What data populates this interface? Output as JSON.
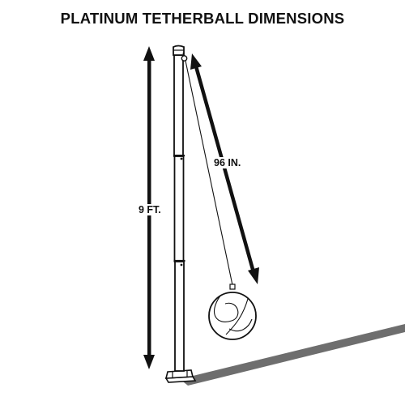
{
  "title": "PLATINUM TETHERBALL DIMENSIONS",
  "dimensions": {
    "pole_height_label": "9 FT.",
    "rope_length_label": "96 IN."
  },
  "colors": {
    "ink": "#111111",
    "ground": "#6e6e6e",
    "pole_fill": "#ffffff",
    "background": "#ffffff"
  }
}
